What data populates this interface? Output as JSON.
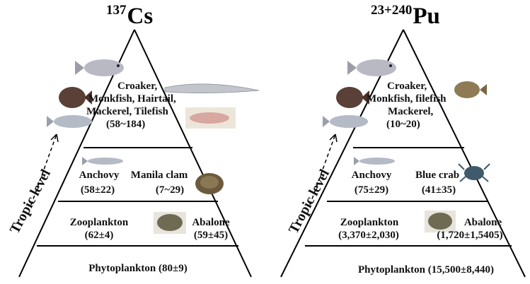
{
  "left": {
    "title_sup": "137",
    "title_main": "Cs",
    "y_axis_label": "Tropic level",
    "top_line1": "Croaker,",
    "top_line2": "Monkfish, Hairtail,",
    "top_line3": "Mackerel, Tilefish",
    "top_value": "(58~184)",
    "anchovy_label": "Anchovy",
    "anchovy_value": "(58±22)",
    "second_label": "Manila clam",
    "second_value": "(7~29)",
    "zoo_label": "Zooplankton",
    "zoo_value": "(62±4)",
    "abalone_label": "Abalone",
    "abalone_value": "(59±45)",
    "phyto": "Phytoplankton  (80±9)"
  },
  "right": {
    "title_sup": "23+240",
    "title_main": "Pu",
    "y_axis_label": "Tropic level",
    "top_line1": "Croaker,",
    "top_line2": "Monkfish, filefish",
    "top_line3": "Mackerel,",
    "top_value": "(10~20)",
    "anchovy_label": "Anchovy",
    "anchovy_value": "(75±29)",
    "second_label": "Blue crab",
    "second_value": "(41±35)",
    "zoo_label": "Zooplankton",
    "zoo_value": "(3,370±2,030)",
    "abalone_label": "Abalone",
    "abalone_value": "(1,720±1,5405)",
    "phyto": "Phytoplankton  (15,500±8,440)"
  },
  "colors": {
    "outline": "#000000",
    "fish_body": "#b9b9c4",
    "fish_dark": "#5a4036",
    "clam": "#6b5a3c",
    "crab": "#3f5a6a"
  }
}
